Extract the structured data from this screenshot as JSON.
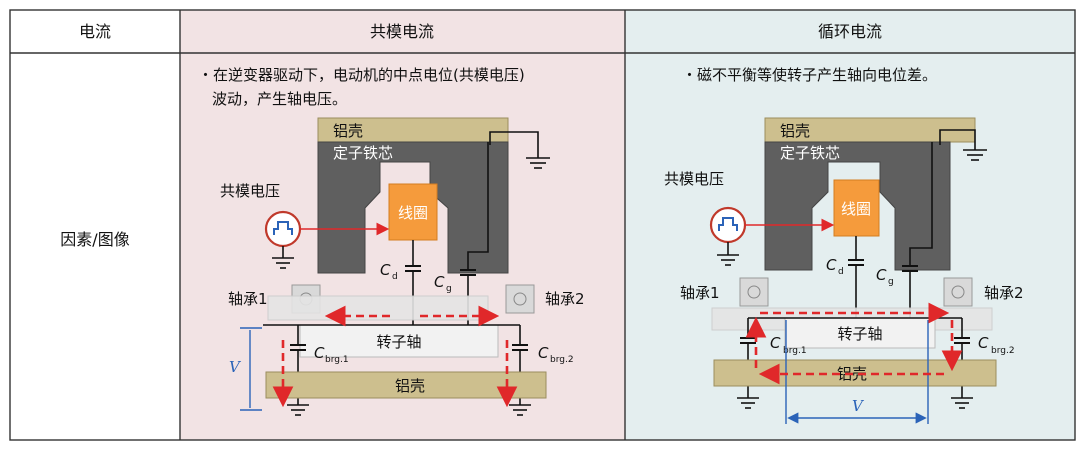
{
  "table": {
    "col_current": "电流",
    "col_common": "共模电流",
    "col_circulating": "循环电流",
    "row_label": "因素/图像"
  },
  "common": {
    "bullet1": "・在逆变器驱动下，电动机的中点电位(共模电压)",
    "bullet2": "波动，产生轴电压。",
    "housing_top": "铝壳",
    "core": "定子铁芯",
    "cm_voltage": "共模电压",
    "coil": "线圈",
    "cd": "C",
    "cd_sub": "d",
    "cg": "C",
    "cg_sub": "g",
    "bearing1": "轴承1",
    "bearing2": "轴承2",
    "shaft": "转子轴",
    "cbrg1": "C",
    "cbrg1_sub": "brg.1",
    "cbrg2": "C",
    "cbrg2_sub": "brg.2",
    "v": "V",
    "housing_bottom": "铝壳"
  },
  "circulating": {
    "bullet1": "・磁不平衡等使转子产生轴向电位差。",
    "housing_top": "铝壳",
    "core": "定子铁芯",
    "cm_voltage": "共模电压",
    "coil": "线圈",
    "cd": "C",
    "cd_sub": "d",
    "cg": "C",
    "cg_sub": "g",
    "bearing1": "轴承1",
    "bearing2": "轴承2",
    "shaft": "转子轴",
    "cbrg1": "C",
    "cbrg1_sub": "brg.1",
    "cbrg2": "C",
    "cbrg2_sub": "brg.2",
    "v": "V",
    "housing_bottom": "铝壳"
  },
  "colors": {
    "pink_bg": "#f2e3e4",
    "blue_bg": "#e4eeef",
    "core": "#5f5f5f",
    "housing": "#cdbf8e",
    "coil": "#f59b3c",
    "arrow_red": "#e0282a",
    "dim_blue": "#2b63b8"
  }
}
